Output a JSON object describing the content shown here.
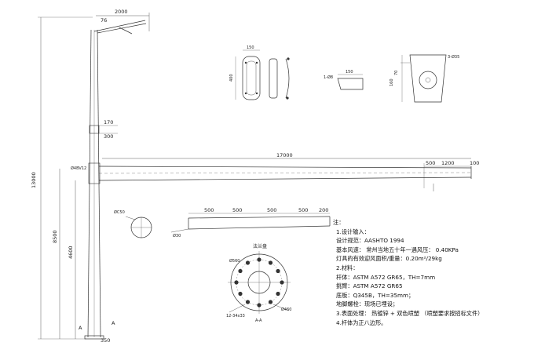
{
  "dims": {
    "arm_top_length": "2000",
    "arm_top_small": "76",
    "pole_total": "13000",
    "pole_upper": "8500",
    "pole_lower": "4600",
    "pole_mid_a": "170",
    "pole_mid_b": "300",
    "boom_length": "17000",
    "boom_seg1": "500",
    "boom_seg2": "1200",
    "boom_end": "100",
    "base_width": "350",
    "section_mark": "A",
    "marker_left": "Ø4BV12",
    "section_b_label": "ØC50",
    "truss_a": "500",
    "truss_b": "500",
    "truss_c": "500",
    "truss_d": "500",
    "truss_e": "200",
    "truss_tag": "Ø30",
    "detail1_top": "150",
    "detail1_side": "400",
    "detail2_a": "150",
    "detail2_b": "1-Ø8",
    "detail3_a": "3-Ø35",
    "detail3_b": "70",
    "detail3_c": "160",
    "flange_dia": "Ø560",
    "flange_hole": "Ø460",
    "flange_bolts": "12-34x33",
    "flange_title": "法兰盘",
    "flange_caption": "A-A"
  },
  "notes": {
    "title": "注：",
    "l1": "1.设计输入：",
    "l2": "设计规范：AASHTO 1994",
    "l3": "基本风速： 常州当地五十年一遇风压： 0.40KPa",
    "l4": "灯具的有效迎风面积/重量：0.20m²/29kg",
    "l5": "2.材料：",
    "l6": "杆体：ASTM A572 GR65，TH=7mm",
    "l7": "挑臂：ASTM A572 GR65",
    "l8": "底板：Q345B，TH=35mm；",
    "l9": "地脚螺栓：现场已埋设；",
    "l10": "3.表面处理： 热镀锌 + 双色喷塑 （喷塑要求按招标文件）",
    "l11": "4.杆体为正八边形。"
  }
}
